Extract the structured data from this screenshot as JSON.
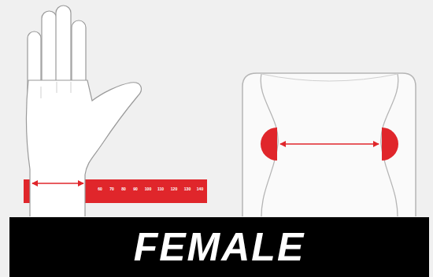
{
  "diagram": {
    "title": "FEMALE",
    "labels": [
      "60",
      "70",
      "80",
      "90",
      "100",
      "110",
      "120",
      "130",
      "140"
    ]
  }
}
